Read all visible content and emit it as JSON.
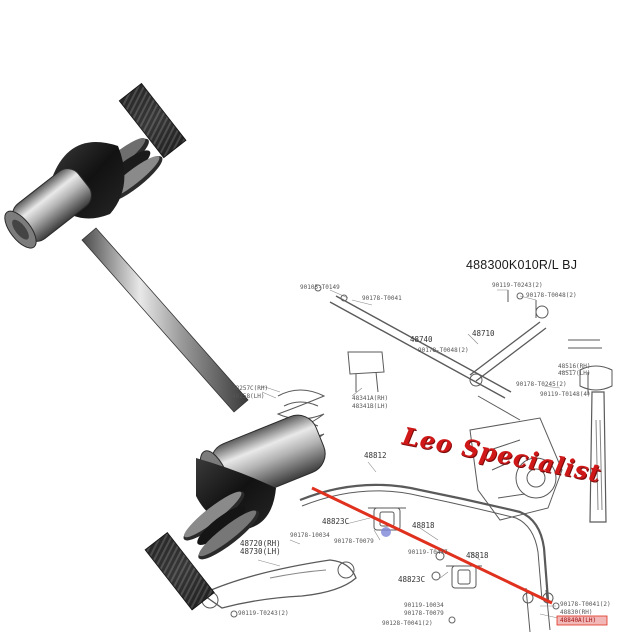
{
  "part_number": "488300K010R/L BJ",
  "watermark": "Leo Specialist",
  "colors": {
    "accent_red": "#e0301e",
    "watermark_red": "#d01818",
    "highlight_box": "#f2b8b8",
    "diagram_line": "#5a5a5a"
  },
  "diagram_labels": {
    "l1": "90105-T0149",
    "l2": "90178-T0041",
    "l3": "90119-T0243(2)",
    "l4": "90178-T0048(2)",
    "l5": "48710",
    "l6": "48740",
    "l7": "90178-T0048(2)",
    "l8": "48516(RH)",
    "l9": "48517(LH)",
    "l10": "90178-T0245(2)",
    "l11": "90119-T0148(4)",
    "l12": "48257C(RH)",
    "l13": "48258(LH)",
    "l14": "48341A(RH)",
    "l15": "48341B(LH)",
    "l16": "48812",
    "l17": "48823C",
    "l18": "48818",
    "l19": "90178-10034",
    "l20": "90178-T0079",
    "l21": "48720(RH)",
    "l22": "48730(LH)",
    "l23": "90119-T0477",
    "l24": "48818",
    "l25": "48823C",
    "l26": "90119-10034",
    "l27": "90178-T0079",
    "l28": "90119-T0243(2)",
    "l29": "90128-T0041(2)",
    "l30": "90178-T0041(2)",
    "l31": "48830(RH)",
    "l32": "48840A(LH)"
  }
}
